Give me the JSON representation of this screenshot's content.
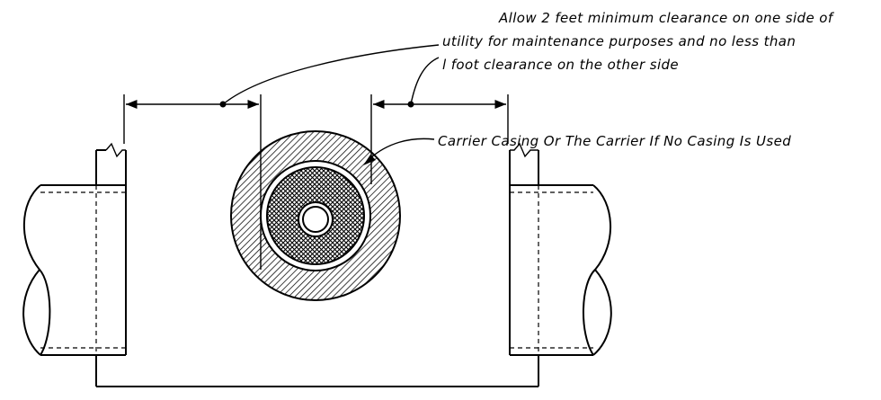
{
  "notes": {
    "clearance_line1": "Allow 2 feet minimum clearance on one side of",
    "clearance_line2": "utility for maintenance purposes and no less than",
    "clearance_line3": "l foot clearance on the other side",
    "carrier_label": "Carrier Casing Or The Carrier If No Casing Is Used"
  }
}
